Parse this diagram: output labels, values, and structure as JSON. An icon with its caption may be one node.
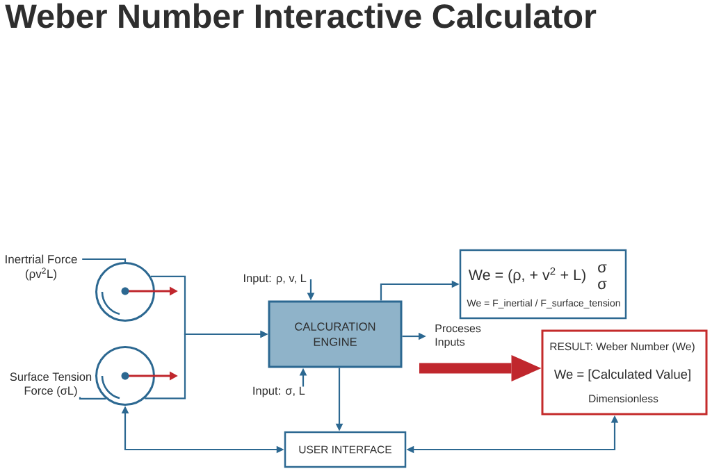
{
  "diagram": {
    "title": "Weber Number Interactive Calculator",
    "nodes": [
      {
        "text": [
          "Inertrial Force (ρv$^{2}$L)"
        ]
      },
      {
        "text": [],
        "shape": "circle"
      },
      {
        "text": [
          "Surface Tension Force (σL)"
        ]
      },
      {
        "text": [],
        "shape": "circle"
      },
      {
        "text": [
          "Input: ρ, v, L"
        ]
      },
      {
        "text": [
          "CALCURATION ENGINE"
        ]
      },
      {
        "text": [
          "Input: σ, L"
        ]
      },
      {
        "text": [
          "We = (ρ, + v$^{2}$ + L)",
          "σ",
          "σ",
          "We = F_inertial / F_surface_tension"
        ]
      },
      {
        "text": [
          "Proceses Inputs"
        ]
      },
      {
        "text": [
          "RESULT: Weber Number (We)",
          "We = [Calculated Value]",
          "Dimensionless"
        ]
      },
      {
        "text": [
          "USER INTERFACE"
        ]
      }
    ],
    "edges": [
      {
        "from": 0,
        "to": 1,
        "arrow": "none"
      },
      {
        "from": 2,
        "to": 3,
        "arrow": "none"
      },
      {
        "from": 1,
        "to": 5,
        "arrow": "to"
      },
      {
        "from": 3,
        "to": 5,
        "arrow": "to"
      },
      {
        "from": 4,
        "to": 5,
        "arrow": "to"
      },
      {
        "from": 6,
        "to": 5,
        "arrow": "to"
      },
      {
        "from": 5,
        "to": 7,
        "arrow": "to"
      },
      {
        "from": 5,
        "to": 8,
        "arrow": "to"
      },
      {
        "from": null,
        "to": 9,
        "arrow": "to",
        "style": "thick",
        "color": "#c0272d"
      },
      {
        "from": 5,
        "to": 10,
        "arrow": "to"
      },
      {
        "from": 10,
        "to": 3,
        "arrow": "both"
      },
      {
        "from": 10,
        "to": 9,
        "arrow": "both"
      }
    ]
  }
}
